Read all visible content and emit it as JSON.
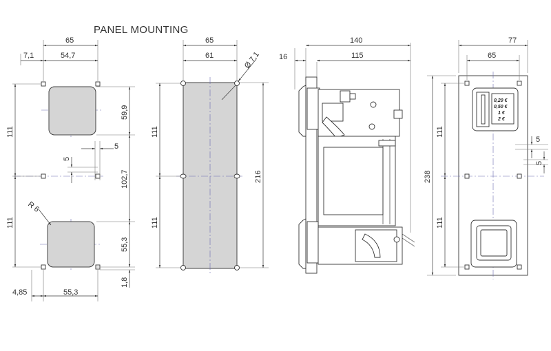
{
  "title": "PANEL MOUNTING",
  "view1": {
    "width_total": "65",
    "width_inner": "54,7",
    "offset_left": "7,1",
    "height_upper": "111",
    "height_lower": "111",
    "hole_upper_h": "59,9",
    "gap_between": "102,7",
    "hole_lower_h": "55,3",
    "bottom_gap": "1,8",
    "left_offset": "4,85",
    "bottom_width": "55,3",
    "small_v": "5",
    "small_h": "5",
    "radius": "R 6"
  },
  "view2": {
    "width_total": "65",
    "width_inner": "61",
    "hole_dia": "Ø 7,1",
    "height_upper": "111",
    "height_lower": "111",
    "height_total": "216"
  },
  "view3": {
    "depth_total": "140",
    "depth_body": "115",
    "flange": "16"
  },
  "view4": {
    "width_total": "77",
    "width_inner": "65",
    "height_total": "238",
    "height_upper": "111",
    "height_lower": "111",
    "small_a": "5",
    "small_b": "5",
    "coin_labels": [
      "0,20 €",
      "0,50 €",
      "1 €",
      "2 €"
    ]
  }
}
